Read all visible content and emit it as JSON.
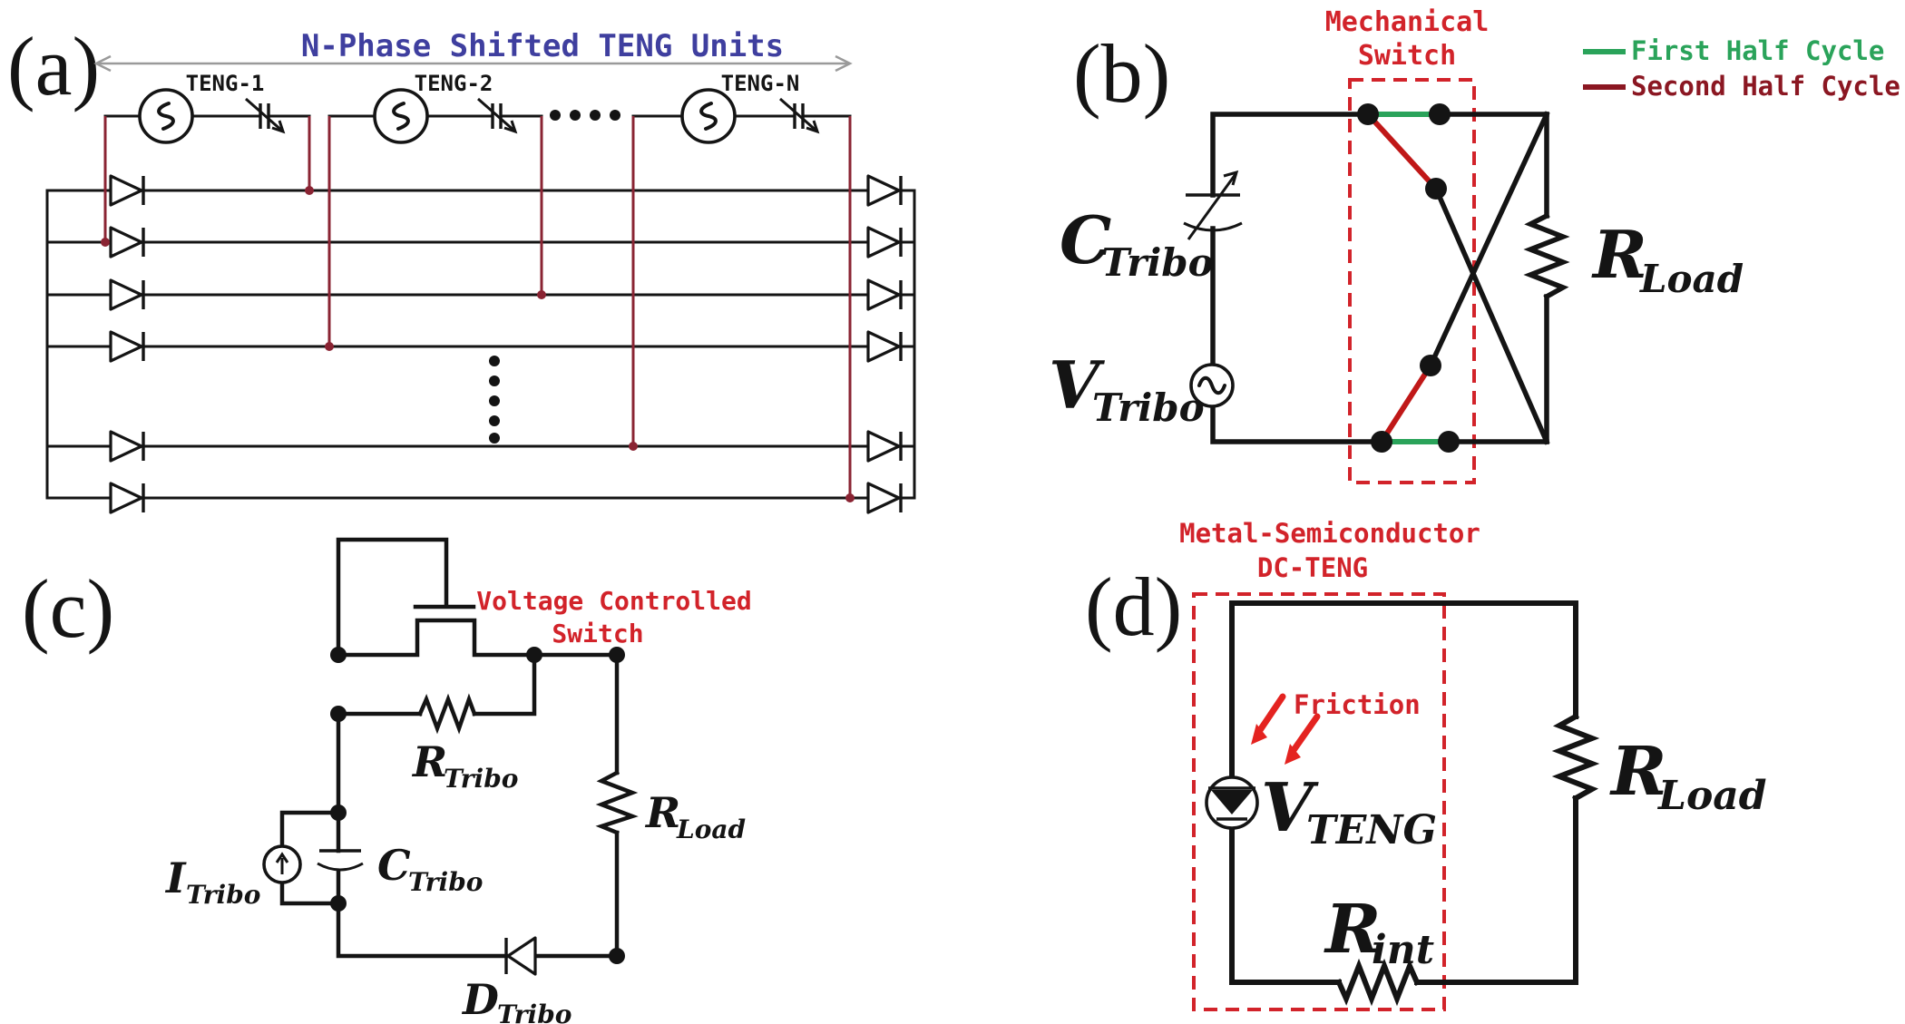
{
  "colors": {
    "wire": "#141414",
    "connector_maroon": "#8a2433",
    "annotation_red": "#d2232a",
    "switch_red": "#c01818",
    "friction_arrow_red": "#e42320",
    "title_blue": "#3f3f9f",
    "span_arrow_gray": "#9a9a9a",
    "legend_green": "#2aa35a",
    "legend_maroon": "#8b1722"
  },
  "panel_a": {
    "label": "(a)",
    "title": "N-Phase Shifted TENG Units",
    "teng_units": [
      {
        "label": "TENG-1"
      },
      {
        "label": "TENG-2"
      },
      {
        "label": "TENG-N"
      }
    ]
  },
  "panel_b": {
    "label": "(b)",
    "annotation_line1": "Mechanical",
    "annotation_line2": "Switch",
    "legend": [
      {
        "label": "First Half Cycle",
        "color": "#2aa35a"
      },
      {
        "label": "Second Half Cycle",
        "color": "#8b1722"
      }
    ],
    "capacitor": {
      "base": "C",
      "sub": "Tribo"
    },
    "source": {
      "base": "V",
      "sub": "Tribo"
    },
    "load": {
      "base": "R",
      "sub": "Load"
    }
  },
  "panel_c": {
    "label": "(c)",
    "annotation_line1": "Voltage Controlled",
    "annotation_line2": "Switch",
    "resistor": {
      "base": "R",
      "sub": "Tribo"
    },
    "current_source": {
      "base": "I",
      "sub": "Tribo"
    },
    "capacitor": {
      "base": "C",
      "sub": "Tribo"
    },
    "load": {
      "base": "R",
      "sub": "Load"
    },
    "diode": {
      "base": "D",
      "sub": "Tribo"
    }
  },
  "panel_d": {
    "label": "(d)",
    "annotation_line1": "Metal-Semiconductor",
    "annotation_line2": "DC-TENG",
    "friction_label": "Friction",
    "source": {
      "base": "V",
      "sub": "TENG"
    },
    "internal_resistor": {
      "base": "R",
      "sub": "int"
    },
    "load": {
      "base": "R",
      "sub": "Load"
    }
  }
}
